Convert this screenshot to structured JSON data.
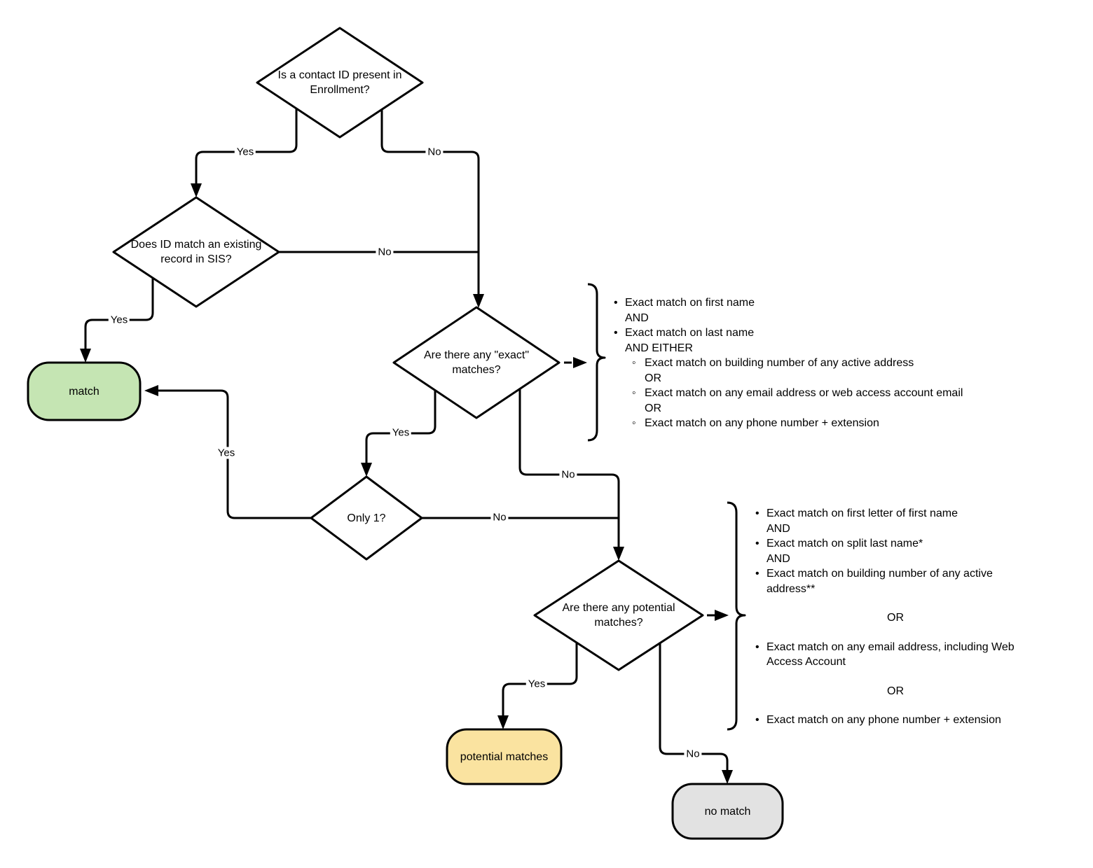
{
  "diagram_title": "contact match decision flowchart",
  "colors": {
    "match_fill": "#c5e5b3",
    "potential_matches_fill": "#fae3a0",
    "no_match_fill": "#e2e2e2",
    "shape_fill": "#ffffff",
    "line": "#000000"
  },
  "nodes": {
    "q_contact_id": {
      "line1": "Is a contact ID present in",
      "line2": "Enrollment?"
    },
    "q_id_match_sis": {
      "line1": "Does ID match an existing",
      "line2": "record in SIS?"
    },
    "q_exact_matches": {
      "line1": "Are there any \"exact\"",
      "line2": "matches?"
    },
    "q_only_one": {
      "line1": "Only 1?"
    },
    "q_potential_matches": {
      "line1": "Are there any potential",
      "line2": "matches?"
    },
    "match": {
      "label": "match",
      "fill": "#c5e5b3"
    },
    "potential_matches": {
      "label": "potential matches",
      "fill": "#fae3a0"
    },
    "no_match": {
      "label": "no match",
      "fill": "#e2e2e2"
    }
  },
  "edges": {
    "contact_id_yes": "Yes",
    "contact_id_no": "No",
    "id_match_yes": "Yes",
    "id_match_no": "No",
    "exact_yes": "Yes",
    "exact_no": "No",
    "only_one_yes": "Yes",
    "only_one_no": "No",
    "potential_yes": "Yes",
    "potential_no": "No"
  },
  "exact_criteria": {
    "items": [
      {
        "bullet": "•",
        "text": "Exact match on first name"
      },
      {
        "bullet": "",
        "text": "AND"
      },
      {
        "bullet": "•",
        "text": "Exact match on last name"
      },
      {
        "bullet": "",
        "text": "AND EITHER"
      },
      {
        "bullet": "◦",
        "text": "Exact match on building number of any active address"
      },
      {
        "bullet": "",
        "text": "OR"
      },
      {
        "bullet": "◦",
        "text": "Exact match on any email address or web access account email"
      },
      {
        "bullet": "",
        "text": "OR"
      },
      {
        "bullet": "◦",
        "text": "Exact match on any phone number + extension"
      }
    ]
  },
  "potential_criteria": {
    "items": [
      {
        "bullet": "•",
        "text": "Exact match on first letter of first name"
      },
      {
        "bullet": "",
        "text": "AND"
      },
      {
        "bullet": "•",
        "text": "Exact match on split last name*"
      },
      {
        "bullet": "",
        "text": "AND"
      },
      {
        "bullet": "•",
        "text": "Exact match on building number of any active address**"
      },
      {
        "bullet": "",
        "text": "OR"
      },
      {
        "bullet": "•",
        "text": "Exact match on any email address, including Web Access Account"
      },
      {
        "bullet": "",
        "text": "OR"
      },
      {
        "bullet": "•",
        "text": "Exact match on any phone number + extension"
      }
    ]
  }
}
